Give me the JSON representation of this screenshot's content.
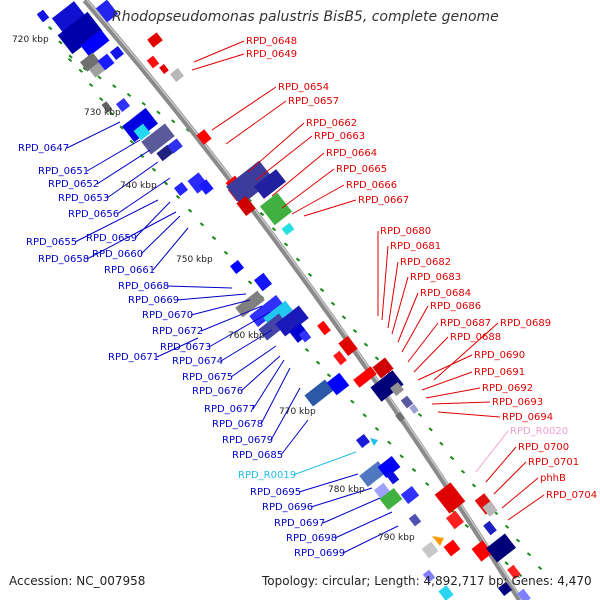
{
  "title": "Rhodopseudomonas palustris BisB5, complete genome",
  "footer": {
    "accession": "Accession: NC_007958",
    "topology": "Topology: circular; Length: 4,892,717 bp; Genes: 4,470"
  },
  "colors": {
    "forward_label": "#e00000",
    "reverse_label": "#0000c8",
    "trna_label": "#22bde6",
    "rrna_label": "#f0a0d0",
    "backbone": "#888888",
    "tick": "#1a8a1a"
  },
  "scale_labels": [
    "720 kbp",
    "730 kbp",
    "740 kbp",
    "750 kbp",
    "760 kbp",
    "770 kbp",
    "780 kbp",
    "790 kbp"
  ],
  "left_labels": [
    "RPD_0647",
    "RPD_0651",
    "RPD_0652",
    "RPD_0653",
    "RPD_0656",
    "RPD_0655",
    "RPD_0659",
    "RPD_0658",
    "RPD_0660",
    "RPD_0661",
    "RPD_0668",
    "RPD_0669",
    "RPD_0670",
    "RPD_0672",
    "RPD_0673",
    "RPD_0671",
    "RPD_0674",
    "RPD_0675",
    "RPD_0676",
    "RPD_0677",
    "RPD_0678",
    "RPD_0679",
    "RPD_0685",
    "RPD_R0019",
    "RPD_0695",
    "RPD_0696",
    "RPD_0697",
    "RPD_0698",
    "RPD_0699"
  ],
  "right_labels": [
    "RPD_0648",
    "RPD_0649",
    "RPD_0654",
    "RPD_0657",
    "RPD_0662",
    "RPD_0663",
    "RPD_0664",
    "RPD_0665",
    "RPD_0666",
    "RPD_0667",
    "RPD_0680",
    "RPD_0681",
    "RPD_0682",
    "RPD_0683",
    "RPD_0684",
    "RPD_0686",
    "RPD_0687",
    "RPD_0689",
    "RPD_0688",
    "RPD_0690",
    "RPD_0691",
    "RPD_0692",
    "RPD_0693",
    "RPD_0694",
    "RPD_R0020",
    "RPD_0700",
    "RPD_0701",
    "phhB",
    "RPD_0704"
  ]
}
